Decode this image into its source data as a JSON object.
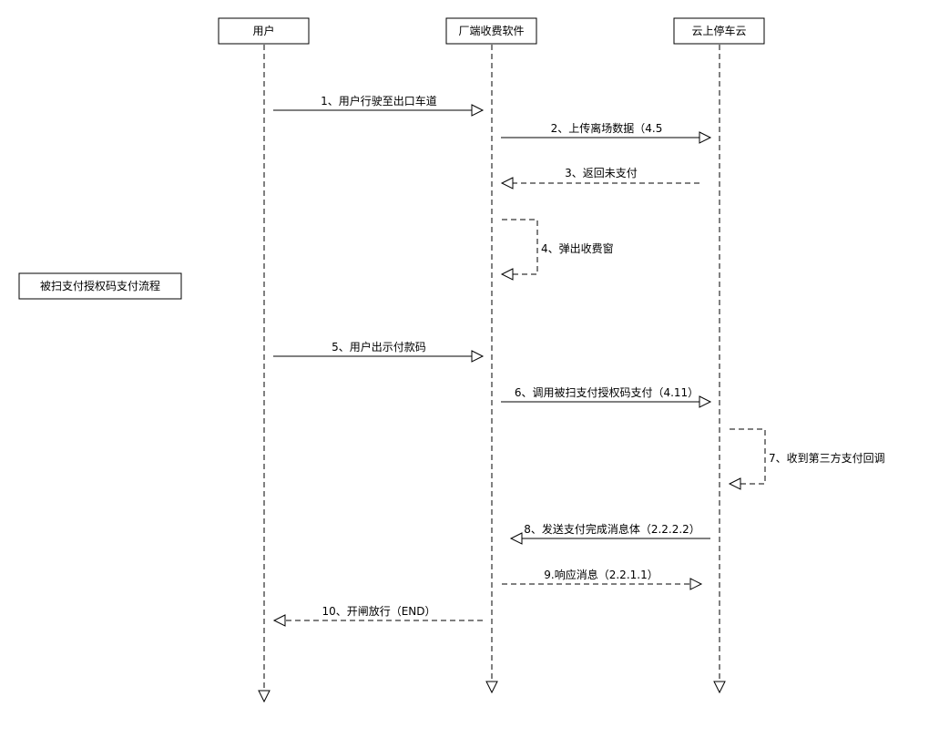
{
  "diagram": {
    "actors": [
      {
        "id": "user",
        "label": "用户"
      },
      {
        "id": "client",
        "label": "厂端收费软件"
      },
      {
        "id": "cloud",
        "label": "云上停车云"
      }
    ],
    "note": "被扫支付授权码支付流程",
    "messages": [
      {
        "label": "1、用户行驶至出口车道",
        "from": "user",
        "to": "client",
        "style": "solid"
      },
      {
        "label": "2、上传离场数据（4.5",
        "from": "client",
        "to": "cloud",
        "style": "solid"
      },
      {
        "label": "3、返回未支付",
        "from": "cloud",
        "to": "client",
        "style": "dashed"
      },
      {
        "label": "4、弹出收费窗",
        "from": "client",
        "to": "client",
        "style": "dashed"
      },
      {
        "label": "5、用户出示付款码",
        "from": "user",
        "to": "client",
        "style": "solid"
      },
      {
        "label": "6、调用被扫支付授权码支付（4.11）",
        "from": "client",
        "to": "cloud",
        "style": "solid"
      },
      {
        "label": "7、收到第三方支付回调",
        "from": "cloud",
        "to": "cloud",
        "style": "dashed"
      },
      {
        "label": "8、发送支付完成消息体（2.2.2.2）",
        "from": "cloud",
        "to": "client",
        "style": "solid"
      },
      {
        "label": "9.响应消息（2.2.1.1）",
        "from": "client",
        "to": "cloud",
        "style": "dashed"
      },
      {
        "label": "10、开闸放行（END）",
        "from": "client",
        "to": "user",
        "style": "dashed"
      }
    ]
  }
}
